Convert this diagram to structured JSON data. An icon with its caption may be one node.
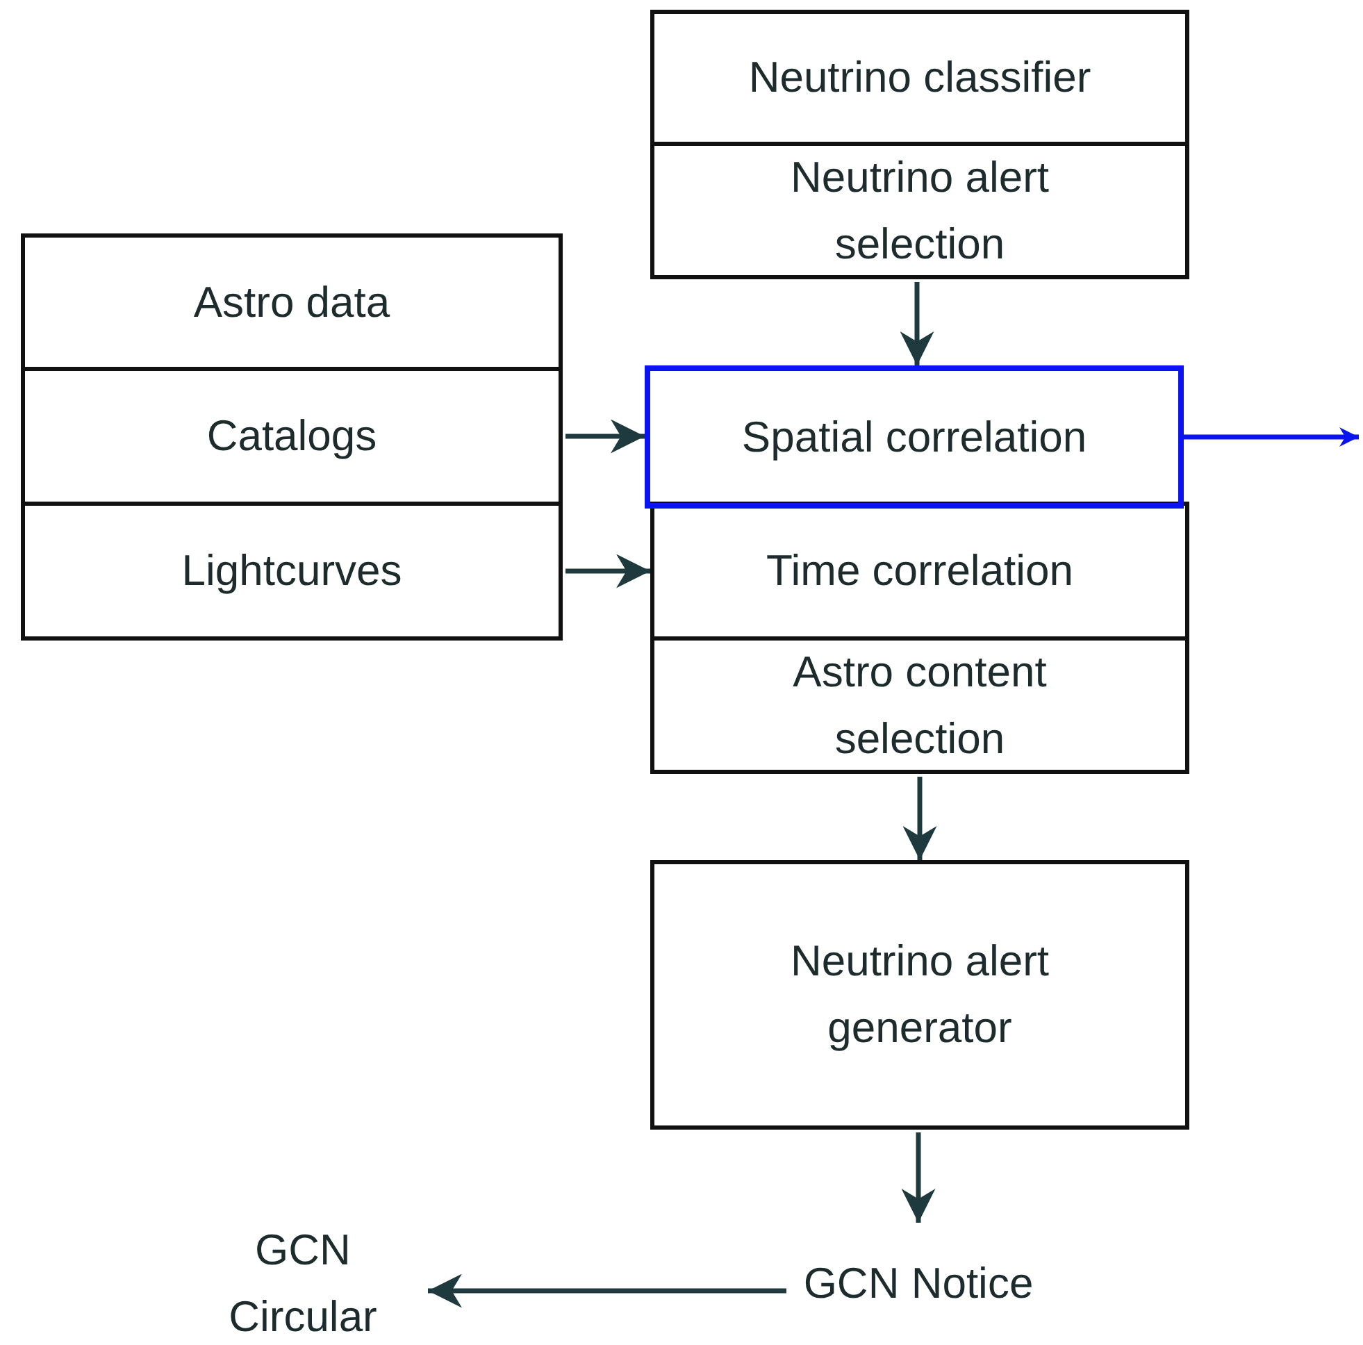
{
  "diagram": {
    "nodes": [
      {
        "text": [
          "Neutrino classifier"
        ]
      },
      {
        "text": [
          "Neutrino alert selection"
        ]
      },
      {
        "text": [
          "Astro data"
        ]
      },
      {
        "text": [
          "Catalogs"
        ]
      },
      {
        "text": [
          "Lightcurves"
        ]
      },
      {
        "text": [
          "Spatial correlation"
        ]
      },
      {
        "text": [
          "Time correlation"
        ]
      },
      {
        "text": [
          "Astro content selection"
        ]
      },
      {
        "text": [
          "Neutrino alert generator"
        ]
      },
      {
        "text": [
          "GCN Notice"
        ]
      },
      {
        "text": [
          "GCN Circular"
        ]
      }
    ],
    "edges": [
      {
        "from": 1,
        "to": 5,
        "arrow": "to"
      },
      {
        "from": 3,
        "to": 5,
        "arrow": "to"
      },
      {
        "from": 4,
        "to": 6,
        "arrow": "to"
      },
      {
        "from": 7,
        "to": 8,
        "arrow": "to"
      },
      {
        "from": 8,
        "to": 9,
        "arrow": "to"
      },
      {
        "from": 9,
        "to": 10,
        "arrow": "to"
      },
      {
        "from": 5,
        "to": null,
        "arrow": "to",
        "color": "#0a14f0"
      }
    ]
  }
}
